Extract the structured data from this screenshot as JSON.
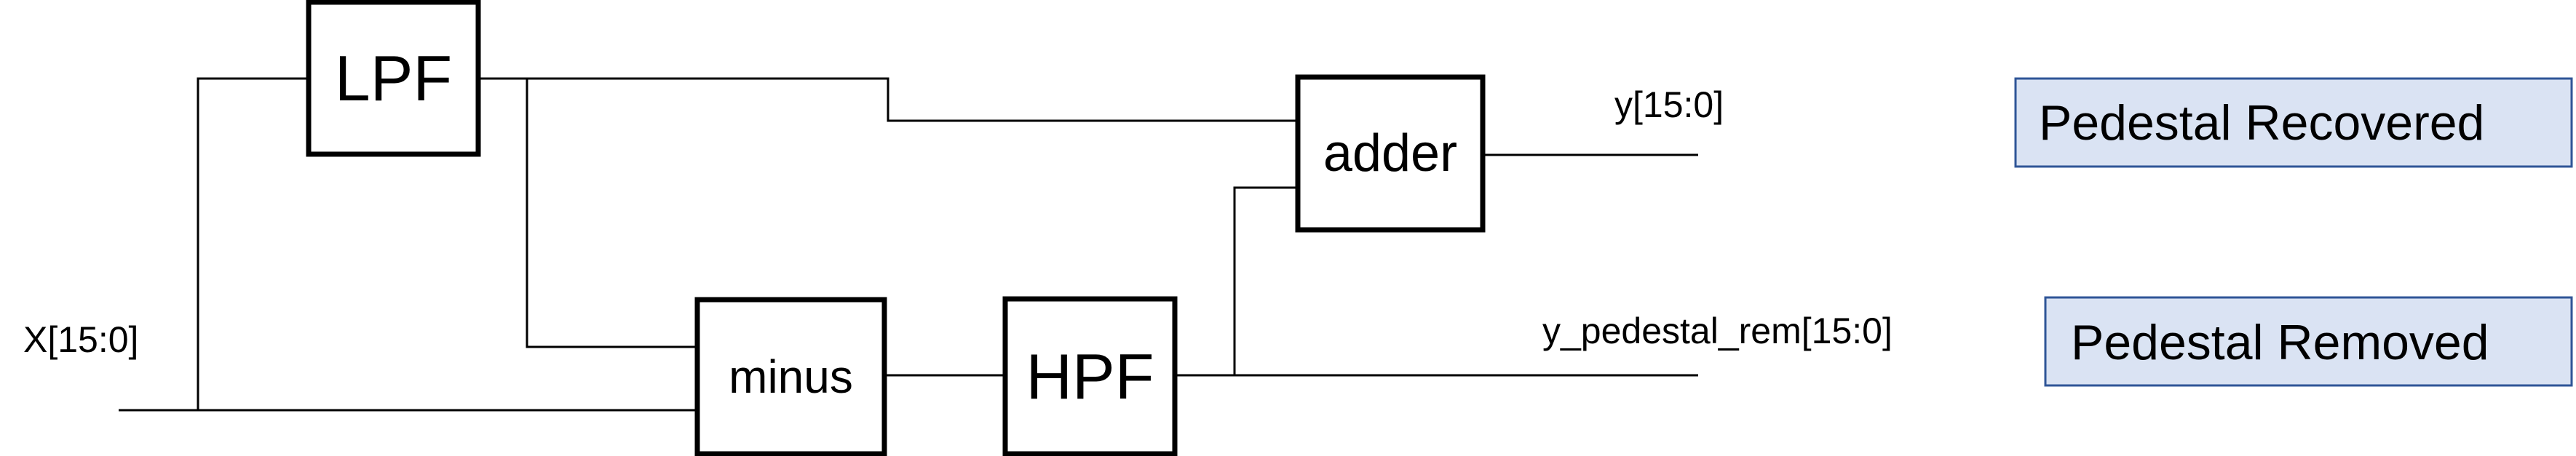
{
  "colors": {
    "wire": "#000000",
    "block_fill": "#ffffff",
    "block_stroke": "#000000",
    "label_box_fill": "#dae3f3",
    "label_box_stroke": "#2f5597",
    "label_text": "#2f5597"
  },
  "input": {
    "label": "X[15:0]"
  },
  "blocks": {
    "lpf": "LPF",
    "minus": "minus",
    "hpf": "HPF",
    "adder": "adder"
  },
  "outputs": {
    "y": "y[15:0]",
    "y_pedestal_rem": "y_pedestal_rem[15:0]"
  },
  "labels": {
    "recovered": "Pedestal Recovered",
    "removed": "Pedestal Removed"
  }
}
